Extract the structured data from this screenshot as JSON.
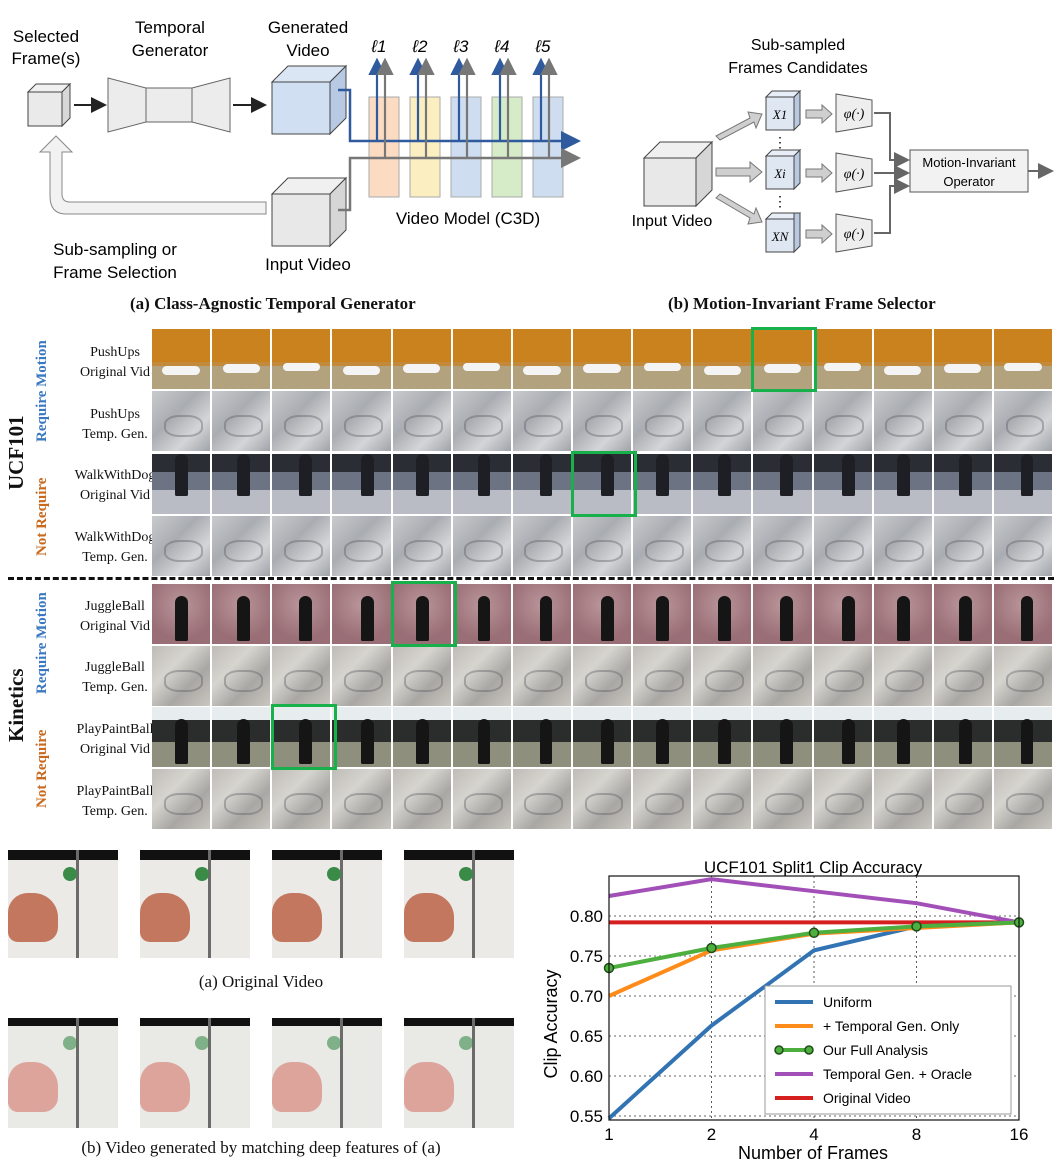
{
  "panel_a": {
    "selected_frames": [
      "Selected",
      "Frame(s)"
    ],
    "temporal_generator": [
      "Temporal",
      "Generator"
    ],
    "generated_video": [
      "Generated",
      "Video"
    ],
    "losses": [
      "ℓ1",
      "ℓ2",
      "ℓ3",
      "ℓ4",
      "ℓ5"
    ],
    "video_model": "Video Model (C3D)",
    "input_video": "Input Video",
    "subsampling": [
      "Sub-sampling or",
      "Frame Selection"
    ],
    "caption": "(a) Class-Agnostic Temporal Generator"
  },
  "panel_b": {
    "candidates": [
      "Sub-sampled",
      "Frames Candidates"
    ],
    "x_labels": [
      "X1",
      "Xi",
      "XN"
    ],
    "phi": "φ(·)",
    "operator": [
      "Motion-Invariant",
      "Operator"
    ],
    "input_video": "Input Video",
    "caption": "(b) Motion-Invariant Frame Selector"
  },
  "grid": {
    "ucf101": "UCF101",
    "kinetics": "Kinetics",
    "require_motion": [
      "Require",
      "Motion"
    ],
    "not_require": [
      "Not",
      "Require"
    ],
    "rows": [
      {
        "line1": "PushUps",
        "line2": "Original Vid"
      },
      {
        "line1": "PushUps",
        "line2": "Temp. Gen."
      },
      {
        "line1": "WalkWithDog",
        "line2": "Original Vid"
      },
      {
        "line1": "WalkWithDog",
        "line2": "Temp. Gen."
      },
      {
        "line1": "JuggleBall",
        "line2": "Original Vid"
      },
      {
        "line1": "JuggleBall",
        "line2": "Temp. Gen."
      },
      {
        "line1": "PlayPaintBall",
        "line2": "Original Vid"
      },
      {
        "line1": "PlayPaintBall",
        "line2": "Temp. Gen."
      }
    ],
    "colors": {
      "require": "#3a78c2",
      "not_require": "#c8691e",
      "highlight": "#18b04a"
    }
  },
  "bottom_left": {
    "caption_a": "(a) Original Video",
    "caption_b": "(b) Video generated by matching deep features of (a)"
  },
  "chart_data": {
    "type": "line",
    "title": "UCF101 Split1 Clip Accuracy",
    "xlabel": "Number of Frames",
    "ylabel": "Clip Accuracy",
    "x": [
      1,
      2,
      4,
      8,
      16
    ],
    "x_scale": "log2",
    "xlim": [
      1,
      16
    ],
    "ylim": [
      0.545,
      0.85
    ],
    "yticks": [
      "0.55",
      "0.60",
      "0.65",
      "0.70",
      "0.75",
      "0.80"
    ],
    "xticks": [
      "1",
      "2",
      "4",
      "8",
      "16"
    ],
    "grid": true,
    "legend_position": "lower-right",
    "series": [
      {
        "name": "Uniform",
        "color": "#3274b3",
        "values": [
          0.547,
          0.663,
          0.757,
          0.787,
          0.792
        ]
      },
      {
        "name": "+ Temporal Gen. Only",
        "color": "#ff8c1a",
        "values": [
          0.7,
          0.757,
          0.778,
          0.785,
          0.792
        ]
      },
      {
        "name": "Our Full Analysis",
        "color": "#4caf3e",
        "marker": "circle",
        "values": [
          0.735,
          0.76,
          0.779,
          0.787,
          0.792
        ]
      },
      {
        "name": "Temporal Gen. + Oracle",
        "color": "#a34fb8",
        "values": [
          0.825,
          0.846,
          0.831,
          0.816,
          0.792
        ]
      },
      {
        "name": "Original Video",
        "color": "#d62020",
        "values": [
          0.792,
          0.792,
          0.792,
          0.792,
          0.792
        ]
      }
    ]
  }
}
